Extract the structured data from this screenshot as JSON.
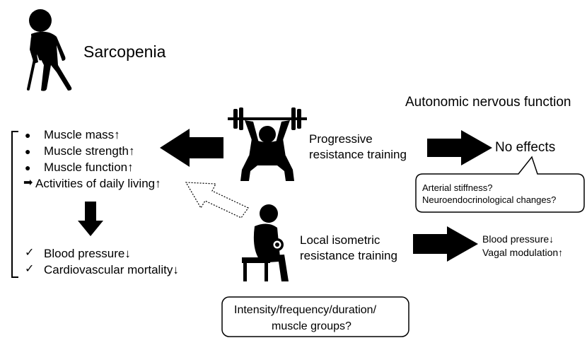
{
  "title": "Sarcopenia",
  "autonomic_label": "Autonomic nervous function",
  "outcomes_box": {
    "bullets": [
      {
        "marker": "●",
        "text": "Muscle mass↑"
      },
      {
        "marker": "●",
        "text": "Muscle strength↑"
      },
      {
        "marker": "●",
        "text": "Muscle function↑"
      },
      {
        "marker": "➡",
        "text": "Activities of daily living↑"
      }
    ],
    "checks": [
      {
        "marker": "✓",
        "text": "Blood pressure↓"
      },
      {
        "marker": "✓",
        "text": "Cardiovascular mortality↓"
      }
    ]
  },
  "progressive": {
    "line1": "Progressive",
    "line2": "resistance training",
    "result": "No effects",
    "callout_line1": "Arterial stiffness?",
    "callout_line2": "Neuroendocrinological changes?"
  },
  "isometric": {
    "line1": "Local isometric",
    "line2": "resistance training",
    "result_line1": "Blood pressure↓",
    "result_line2": "Vagal modulation↑"
  },
  "bottom_box": {
    "line1": "Intensity/frequency/duration/",
    "line2": "muscle groups?"
  },
  "icons": [
    "elderly-person-with-cane-icon",
    "weightlifter-icon",
    "seated-dumbbell-person-icon"
  ]
}
